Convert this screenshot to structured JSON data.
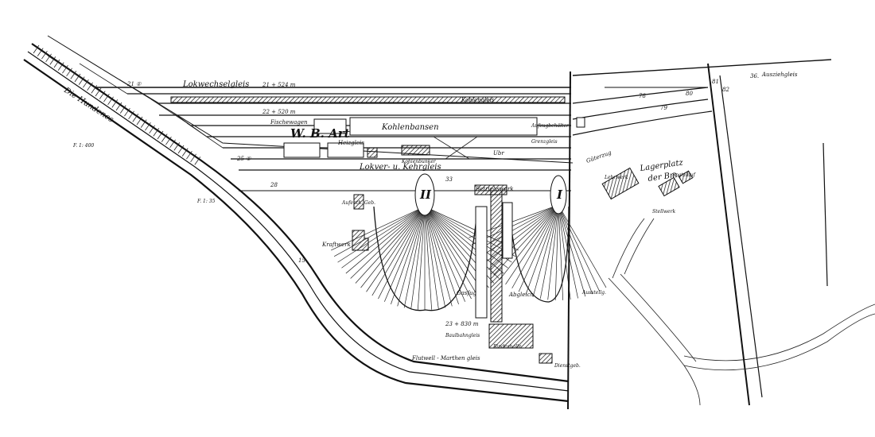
{
  "plan": {
    "labels": {
      "lokwechselgleis": "Lokwechselgleis",
      "lokwechsel_len": "21 + 524 m",
      "kohlengleis": "Kohlengleis",
      "fischwagen_len": "22 + 520 m",
      "fischwagen": "Fischewagen",
      "kohlenbansen": "Kohlenbansen",
      "aufzug_behaelter": "Aufzugbehälter",
      "w_b_art": "W. B. Art",
      "heizgleis": "Heizgleis",
      "bw_speicher": "Ubr",
      "lokverkehr": "Lokver- u. Kehrgleis",
      "kohlenbunker": "Kohlenbunker",
      "betriebswerk": "Betriebswerk",
      "aufenthalt": "Aufenth. Geb.",
      "kraftwerk": "Kraftwerk",
      "ringlok_2": "II",
      "ringlok_1": "I",
      "gasfug": "Gasfug",
      "abgleich": "Abgleich",
      "aufstell_len": "23 + 830 m",
      "gleis_a": "Baulbahngleis",
      "gleis_b": "Bindeshalle",
      "flutwelle": "Flutwell - Marthen gleis",
      "dienstgeb": "Dienstgeb.",
      "die_hundenes": "Die Hundenes",
      "ueberweg": "F. 1: 400",
      "f_1_35": "F. 1: 35",
      "auszieh": "Ausziehgleis",
      "ausziehgleis_no": "36.",
      "lagerplatz": "Lagerplatz",
      "lagerplatz_2": "der Bm.",
      "gueterzug": "Güterzug",
      "lehrwerk": "Lehrwerk",
      "stellwerk": "Stellwerk",
      "ausstell": "Ausstellg.",
      "spatzlauf": "Spatzlauf",
      "grenzgleis": "Grenzgleis",
      "km_mark_1": "21 ①",
      "km_mark_2": "25 ①",
      "track_28": "28",
      "track_33": "33",
      "track_78": "78",
      "track_79": "79",
      "track_80": "80",
      "track_81": "81",
      "track_82": "82",
      "track_15": "15"
    }
  }
}
